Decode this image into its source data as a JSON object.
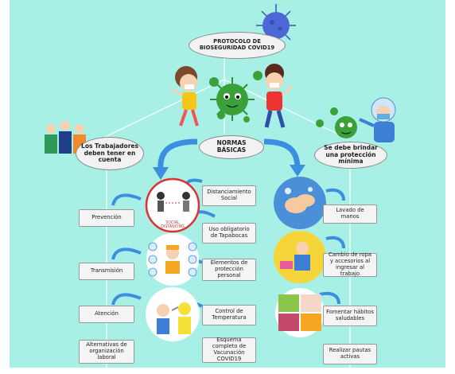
{
  "title": "PROTOCOLO DE BIOSEGURIDAD COVID19",
  "center": "NORMAS BÁSICAS",
  "left_header": "Los Trabajadores deben tener en cuenta",
  "right_header": "Se debe brindar una protección mínima",
  "left_items": [
    "Prevención",
    "Transmisión",
    "Atención",
    "Alternativas de organización laboral"
  ],
  "middle_items": [
    "Distanciamiento Social",
    "Uso obligatorio de Tapabocas",
    "Elementos de protección personal",
    "Control de Temperatura",
    "Esquema completo de Vacunación COVID19"
  ],
  "right_items": [
    "Lavado de manos",
    "Cambio de ropa y accesorios al ingresar al trabajo",
    "Fomentar hábitos saludables",
    "Realizar pautas activas"
  ],
  "image_caption": "SOCIAL DISTANCING",
  "colors": {
    "background": "#a8f0e6",
    "arrow": "#3b8fe0",
    "virus": "#3aa13a"
  }
}
